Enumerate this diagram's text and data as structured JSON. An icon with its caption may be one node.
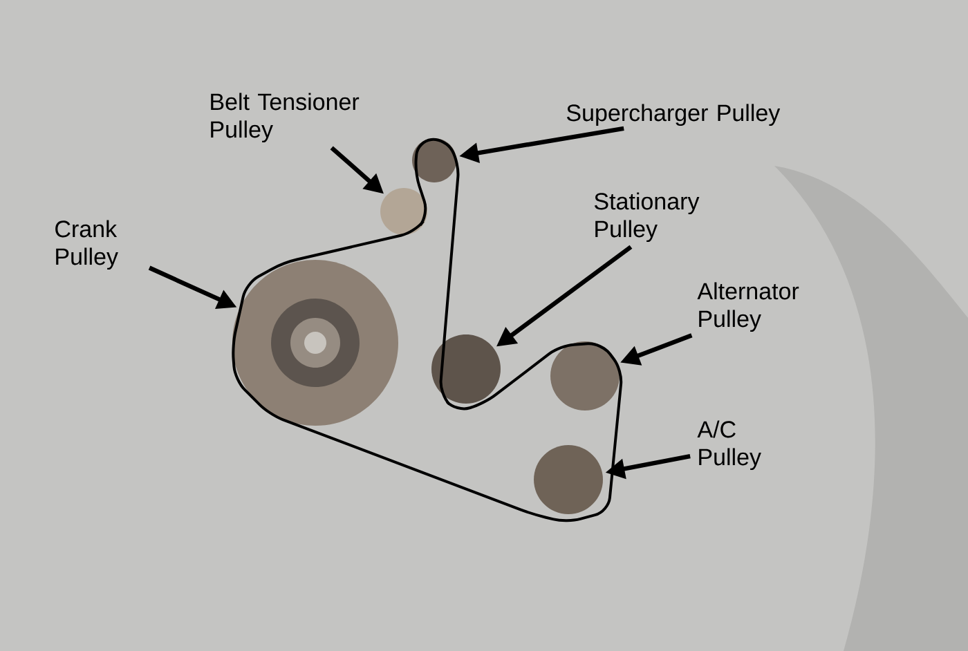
{
  "diagram": {
    "nodes": [
      {
        "text": [
          "Belt Tensioner Pulley"
        ]
      },
      {
        "text": [
          "Supercharger Pulley"
        ]
      },
      {
        "text": [
          "Crank Pulley"
        ]
      },
      {
        "text": [
          "Stationary Pulley"
        ]
      },
      {
        "text": [
          "Alternator Pulley"
        ]
      },
      {
        "text": [
          "A/C Pulley"
        ]
      },
      {
        "text": [],
        "shape": "circle"
      },
      {
        "text": [],
        "shape": "circle"
      },
      {
        "text": [],
        "shape": "circle"
      },
      {
        "text": [],
        "shape": "circle"
      },
      {
        "text": [],
        "shape": "circle"
      },
      {
        "text": [],
        "shape": "circle"
      }
    ],
    "edges": [
      {
        "from": 0,
        "to": 7,
        "arrow": "to"
      },
      {
        "from": 1,
        "to": 8,
        "arrow": "to"
      },
      {
        "from": 2,
        "to": 6,
        "arrow": "to"
      },
      {
        "from": 3,
        "to": 9,
        "arrow": "to"
      },
      {
        "from": 4,
        "to": 11,
        "arrow": "to"
      },
      {
        "from": 5,
        "to": 10,
        "arrow": "to"
      }
    ]
  }
}
